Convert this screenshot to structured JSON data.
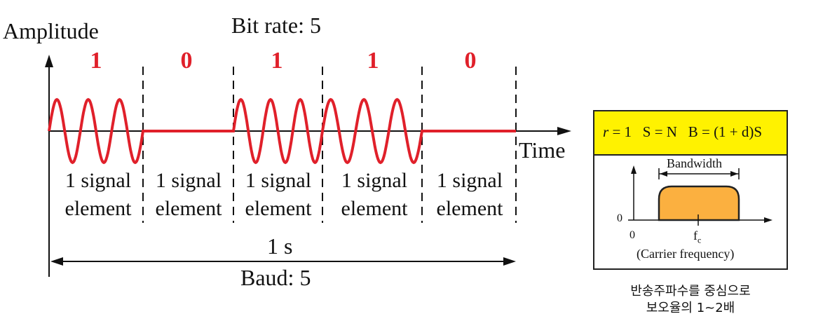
{
  "left_diagram": {
    "y_axis_label": "Amplitude",
    "x_axis_label": "Time",
    "bit_rate_label": "Bit rate: 5",
    "bits": [
      "1",
      "0",
      "1",
      "1",
      "0"
    ],
    "signal_element_line1": "1 signal",
    "signal_element_line2": "element",
    "duration_label": "1 s",
    "baud_label": "Baud: 5",
    "signal_color": "#e0202a"
  },
  "right_box": {
    "formula_r": "r",
    "formula_rest": " = 1   S = N   B = (1 + d)S",
    "bandwidth_label": "Bandwidth",
    "zero_y": "0",
    "zero_x": "0",
    "carrier_symbol": "f",
    "carrier_subscript": "c",
    "carrier_label": "(Carrier frequency)",
    "header_color": "#fff200",
    "spectrum_color": "#fbb040"
  },
  "note": {
    "line1": "반송주파수를 중심으로",
    "line2": "보오율의 1~2배"
  }
}
